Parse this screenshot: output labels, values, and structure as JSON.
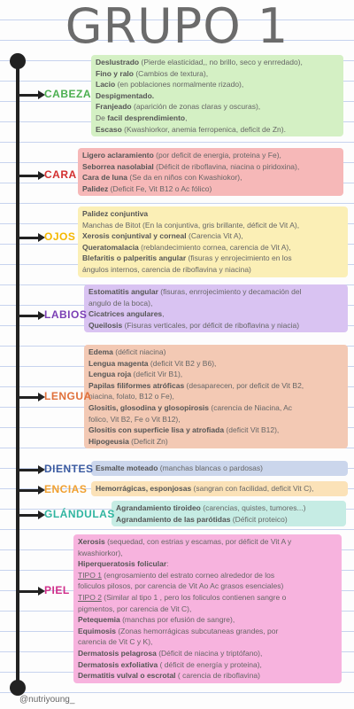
{
  "title": "GRUPO 1",
  "handle": "@nutriyoung_",
  "sections": [
    {
      "label": "CABEZA",
      "color": "#4caf50",
      "bg": "#d4f0c4",
      "lines": [
        [
          [
            "b",
            "Deslustrado"
          ],
          [
            "t",
            " (Pierde elasticidad,, no brillo, seco y enrredado),"
          ]
        ],
        [
          [
            "b",
            "Fino y ralo"
          ],
          [
            "t",
            " (Cambios de textura),"
          ]
        ],
        [
          [
            "b",
            "Lacio"
          ],
          [
            "t",
            " (en poblaciones normalmente rizado),"
          ]
        ],
        [
          [
            "b",
            "Despigmentado."
          ]
        ],
        [
          [
            "b",
            "Franjeado"
          ],
          [
            "t",
            " (aparición de zonas claras y oscuras),"
          ]
        ],
        [
          [
            "t",
            "De "
          ],
          [
            "b",
            "facil desprendimiento"
          ],
          [
            "t",
            ","
          ]
        ],
        [
          [
            "b",
            "Escaso"
          ],
          [
            "t",
            " (Kwashiorkor, anemia ferropenica, deficit de Zn)."
          ]
        ]
      ]
    },
    {
      "label": "CARA",
      "color": "#d32f2f",
      "bg": "#f6b8b8",
      "lines": [
        [
          [
            "b",
            "Ligero aclaramiento"
          ],
          [
            "t",
            " (por deficit de energia, proteina y Fe),"
          ]
        ],
        [
          [
            "b",
            "Seborrea nasolabial"
          ],
          [
            "t",
            " (Déficit de riboflavina, niacina o piridoxina),"
          ]
        ],
        [
          [
            "b",
            "Cara de luna"
          ],
          [
            "t",
            " (Se da en niños con Kwashiokor),"
          ]
        ],
        [
          [
            "b",
            "Palidez"
          ],
          [
            "t",
            " (Deficit Fe, Vit B12 o Ac fólico)"
          ]
        ]
      ]
    },
    {
      "label": "OJOS",
      "color": "#f5b800",
      "bg": "#fbefb6",
      "lines": [
        [
          [
            "b",
            "Palidez conjuntiva"
          ]
        ],
        [
          [
            "t",
            "Manchas de Bitot (En la conjuntiva, gris brillante, déficit de Vit A),"
          ]
        ],
        [
          [
            "b",
            "Xerosis conjuntival y corneal"
          ],
          [
            "t",
            " (Carencia Vit A),"
          ]
        ],
        [
          [
            "b",
            "Queratomalacia"
          ],
          [
            "t",
            " (reblandecimiento cornea, carencia de Vit A),"
          ]
        ],
        [
          [
            "b",
            "Blefaritis o palperitis angular"
          ],
          [
            "t",
            " (fisuras y enrojecimiento en los"
          ]
        ],
        [
          [
            "t",
            "ángulos internos, carencia de riboflavina y niacina)"
          ]
        ]
      ]
    },
    {
      "label": "LABIOS",
      "color": "#7b3fb5",
      "bg": "#d9c3f2",
      "lines": [
        [
          [
            "b",
            "Estomatitis angular"
          ],
          [
            "t",
            " (fisuras, enrrojecimiento y decamación del"
          ]
        ],
        [
          [
            "t",
            "angulo de la boca),"
          ]
        ],
        [
          [
            "b",
            "Cicatrices angulares"
          ],
          [
            "t",
            ","
          ]
        ],
        [
          [
            "b",
            "Queilosis"
          ],
          [
            "t",
            " (Fisuras verticales, por déficit de riboflavina y niacia)"
          ]
        ]
      ]
    },
    {
      "label": "LENGUA",
      "color": "#e0703a",
      "bg": "#f3c9b4",
      "lines": [
        [
          [
            "b",
            "Edema"
          ],
          [
            "t",
            " (déficit niacina)"
          ]
        ],
        [
          [
            "b",
            "Lengua magenta"
          ],
          [
            "t",
            " (deficit Vit B2 y B6),"
          ]
        ],
        [
          [
            "b",
            "Lengua roja"
          ],
          [
            "t",
            " (deficit Vir B1),"
          ]
        ],
        [
          [
            "b",
            "Papilas filiformes atróficas"
          ],
          [
            "t",
            " (desaparecen, por deficit de Vit B2,"
          ]
        ],
        [
          [
            "t",
            "niacina, folato, B12 o Fe),"
          ]
        ],
        [
          [
            "b",
            "Glositis, glosodina y glosopirosis"
          ],
          [
            "t",
            " (carencia de Niacina, Ac"
          ]
        ],
        [
          [
            "t",
            "folico, Vit B2, Fe o Vit B12),"
          ]
        ],
        [
          [
            "b",
            "Glositis con superficie lisa y atrofiada"
          ],
          [
            "t",
            " (deficit Vit B12),"
          ]
        ],
        [
          [
            "b",
            "Hipogeusia"
          ],
          [
            "t",
            " (Deficit Zn)"
          ]
        ]
      ]
    },
    {
      "label": "DIENTES",
      "color": "#3a5aa0",
      "bg": "#cbd6ec",
      "lines": [
        [
          [
            "b",
            "Esmalte moteado"
          ],
          [
            "t",
            " (manchas blancas o pardosas)"
          ]
        ]
      ]
    },
    {
      "label": "ENCIAS",
      "color": "#f0a030",
      "bg": "#fbe2b8",
      "lines": [
        [
          [
            "b",
            "Hemorrágicas, esponjosas"
          ],
          [
            "t",
            " (sangran con facilidad, deficit Vit C),"
          ]
        ]
      ]
    },
    {
      "label": "GLÁNDULAS",
      "color": "#30b5a0",
      "bg": "#c6ece4",
      "lines": [
        [
          [
            "b",
            "Agrandamiento tiroideo"
          ],
          [
            "t",
            " (carencias, quistes, tumores...)"
          ]
        ],
        [
          [
            "b",
            "Agrandamiento de las parótidas"
          ],
          [
            "t",
            " (Déficit proteico)"
          ]
        ]
      ]
    },
    {
      "label": "PIEL",
      "color": "#d02e8a",
      "bg": "#f7b3de",
      "lines": [
        [
          [
            "b",
            "Xerosis"
          ],
          [
            "t",
            " (sequedad, con estrias y escamas, por déficit de Vit A y"
          ]
        ],
        [
          [
            "t",
            "kwashiorkor),"
          ]
        ],
        [
          [
            "b",
            " Hiperqueratosis folicular"
          ],
          [
            "t",
            ":"
          ]
        ],
        [
          [
            "u",
            "TIPO 1"
          ],
          [
            "t",
            " (engrosamiento del estrato corneo alrededor de los"
          ]
        ],
        [
          [
            "t",
            "foliculos pilosos, por carencia de Vit Ao Ac grasos esenciales)"
          ]
        ],
        [
          [
            "u",
            "TIPO 2"
          ],
          [
            "t",
            " (Similar al tipo 1 , pero los foliculos contienen sangre o"
          ]
        ],
        [
          [
            "t",
            "pigmentos, por carencia de Vit C),"
          ]
        ],
        [
          [
            "b",
            "Petequemia"
          ],
          [
            "t",
            " (manchas por efusión de sangre),"
          ]
        ],
        [
          [
            "b",
            "Equimosis"
          ],
          [
            "t",
            " (Zonas hemorrágicas subcutaneas grandes, por"
          ]
        ],
        [
          [
            "t",
            "carencia de Vit C y K),"
          ]
        ],
        [
          [
            "b",
            "Dermatosis pelagrosa"
          ],
          [
            "t",
            " (Déficit de niacina y triptófano),"
          ]
        ],
        [
          [
            "b",
            "Dermatosis exfoliativa"
          ],
          [
            "t",
            " ( déficit de energía y proteina),"
          ]
        ],
        [
          [
            "b",
            "Dermatitis vulval o escrotal"
          ],
          [
            "t",
            " ( carencia de riboflavina)"
          ]
        ]
      ]
    }
  ]
}
